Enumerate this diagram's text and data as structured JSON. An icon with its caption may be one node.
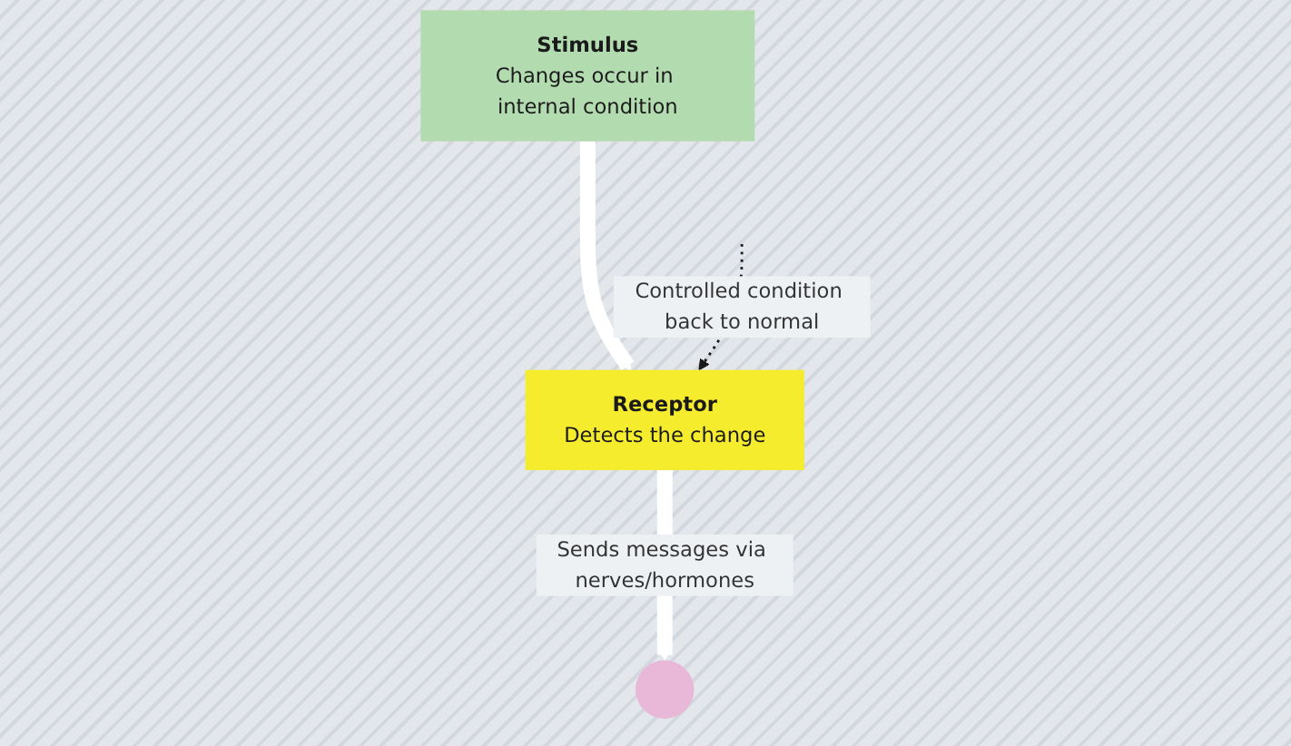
{
  "diagram": {
    "nodes": [
      {
        "text": [
          "Stimulus",
          "Changes occur in internal condition"
        ]
      },
      {
        "text": [
          "Receptor",
          "Detects the change"
        ]
      },
      {
        "text": [],
        "shape": "circle"
      }
    ],
    "edges": [
      {
        "from": 0,
        "to": 1,
        "arrow": "to"
      },
      {
        "from": 1,
        "to": 2,
        "arrow": "to",
        "label": "Sends messages via nerves/hormones"
      },
      {
        "from": null,
        "to": 1,
        "arrow": "to",
        "style": "dashed",
        "color": "#1a1a1a",
        "label": "Controlled condition back to normal"
      }
    ]
  }
}
